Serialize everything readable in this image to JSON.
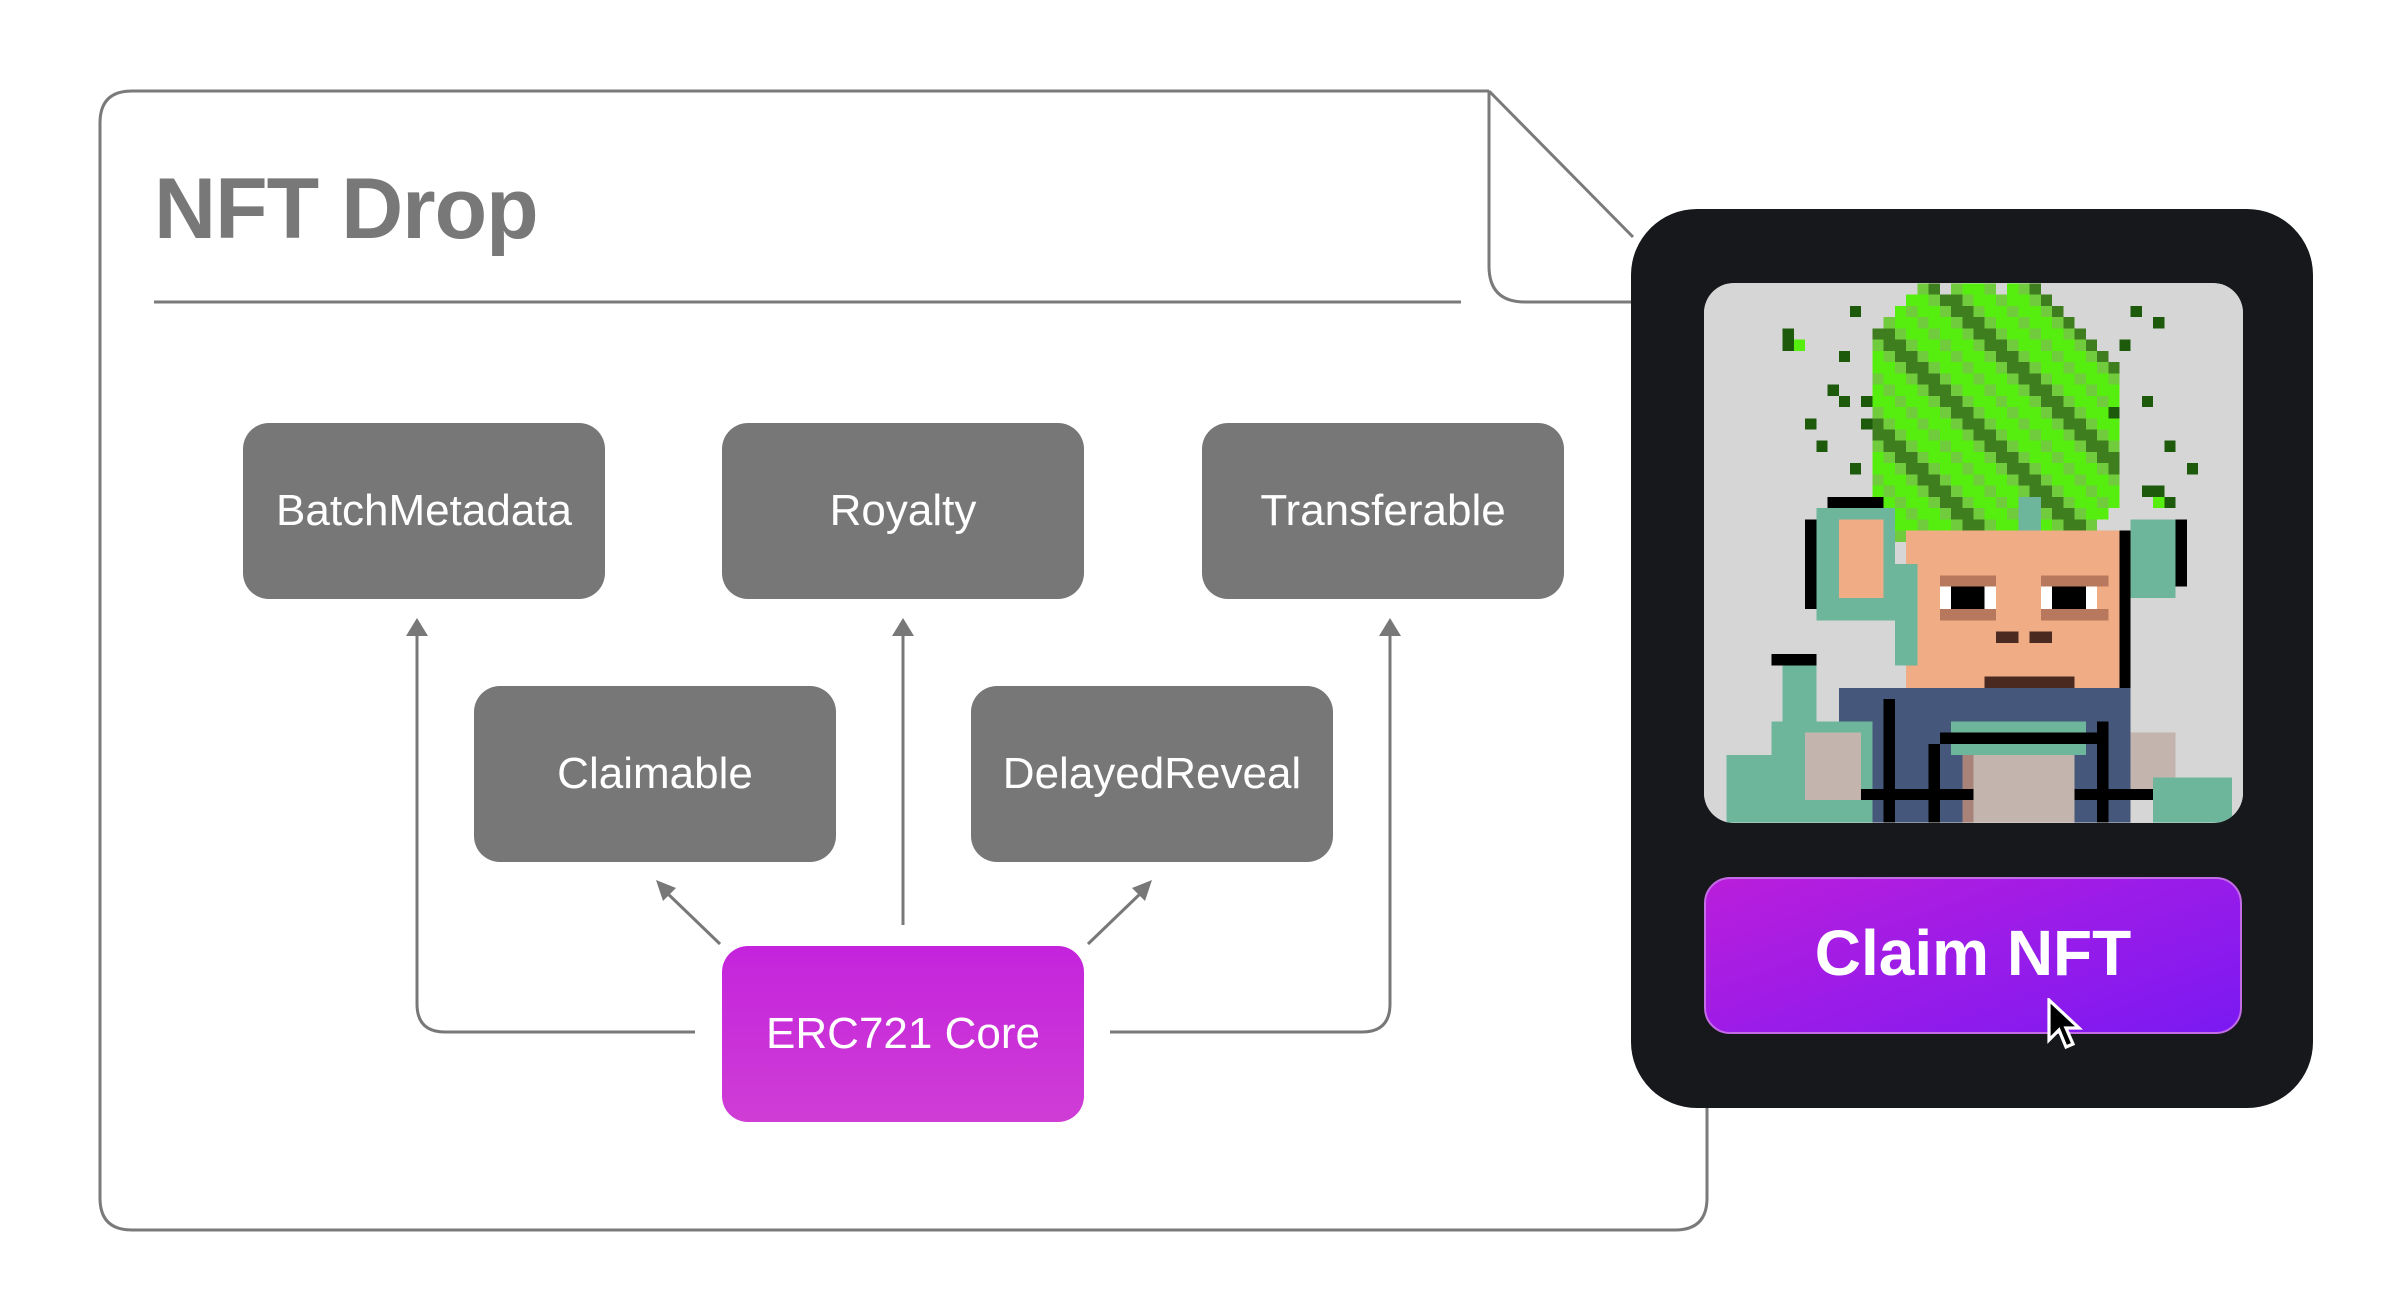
{
  "document": {
    "title": "NFT Drop"
  },
  "diagram": {
    "modules": [
      {
        "id": "batch-metadata",
        "label": "BatchMetadata"
      },
      {
        "id": "royalty",
        "label": "Royalty"
      },
      {
        "id": "transferable",
        "label": "Transferable"
      },
      {
        "id": "claimable",
        "label": "Claimable"
      },
      {
        "id": "delayed-reveal",
        "label": "DelayedReveal"
      }
    ],
    "core": {
      "id": "erc721-core",
      "label": "ERC721 Core"
    },
    "edges": [
      {
        "from": "erc721-core",
        "to": "batch-metadata"
      },
      {
        "from": "erc721-core",
        "to": "royalty"
      },
      {
        "from": "erc721-core",
        "to": "transferable"
      },
      {
        "from": "erc721-core",
        "to": "claimable"
      },
      {
        "from": "erc721-core",
        "to": "delayed-reveal"
      }
    ]
  },
  "card": {
    "image_subject": "pixel-art ape with green spiky hair",
    "button_label": "Claim NFT"
  },
  "colors": {
    "module_box": "#777777",
    "core_box": "#C82BD9",
    "card_bg": "#17181B",
    "button_start": "#BA1EDB",
    "button_end": "#7A19F2",
    "line": "#787878"
  }
}
